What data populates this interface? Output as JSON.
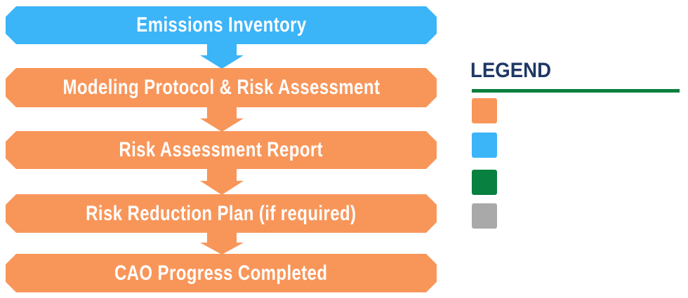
{
  "flow": {
    "steps": [
      {
        "label": "Emissions Inventory",
        "color": "#3BB4F8"
      },
      {
        "label": "Modeling Protocol & Risk Assessment",
        "color": "#F8965A"
      },
      {
        "label": "Risk Assessment Report",
        "color": "#F8965A"
      },
      {
        "label": "Risk Reduction Plan (if required)",
        "color": "#F8965A"
      },
      {
        "label": "CAO Progress Completed",
        "color": "#F8965A"
      }
    ],
    "arrows": [
      {
        "color": "#3BB4F8"
      },
      {
        "color": "#F8965A"
      },
      {
        "color": "#F8965A"
      },
      {
        "color": "#F8965A"
      }
    ]
  },
  "legend": {
    "title": "LEGEND",
    "title_color": "#1F3864",
    "rule_color": "#067F3E",
    "swatches": [
      {
        "name": "orange",
        "color": "#F8965A"
      },
      {
        "name": "blue",
        "color": "#3BB4F8"
      },
      {
        "name": "green",
        "color": "#078040"
      },
      {
        "name": "gray",
        "color": "#A9A9A9"
      }
    ]
  }
}
